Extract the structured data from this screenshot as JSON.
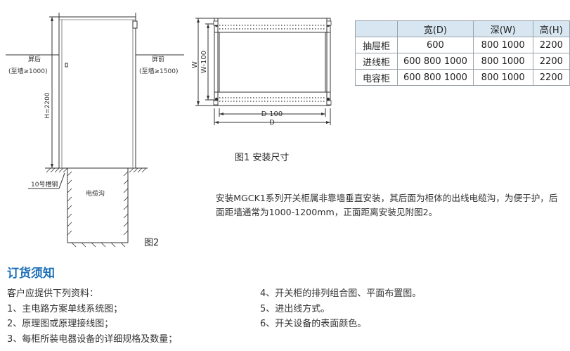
{
  "figure2": {
    "rear_label": "屏后",
    "rear_distance": "(至墙≥1000)",
    "front_label": "屏前",
    "front_distance": "(至墙≥1500)",
    "height_dim": "H=2200",
    "channel_label": "10号槽钢",
    "trench_label": "电缆沟",
    "caption": "图2"
  },
  "figure1": {
    "w_dim": "W",
    "w100_dim": "W-100",
    "d100_dim": "D-100",
    "d_dim": "D",
    "caption": "图1  安装尺寸"
  },
  "dim_table": {
    "headers": [
      "",
      "宽(D)",
      "深(W)",
      "高(H)"
    ],
    "rows": [
      {
        "name": "抽屉柜",
        "width": "600",
        "depth": "800  1000",
        "height": "2200"
      },
      {
        "name": "进线柜",
        "width": "600  800  1000",
        "depth": "800  1000",
        "height": "2200"
      },
      {
        "name": "电容柜",
        "width": "600  800  1000",
        "depth": "800  1000",
        "height": "2200"
      }
    ]
  },
  "install_note": "安装MGCK1系列开关柜属非靠墙垂直安装，其后面为柜体的出线电缆沟，为便于护，后面距墙通常为1000-1200mm，正面距离安装见附图2。",
  "ordering": {
    "title": "订货须知",
    "left_items": [
      "客户应提供下列资料：",
      "1、主电路方案单线系统图；",
      "2、原理图或原理接线图；",
      "3、每柜所装电器设备的详细规格及数量；"
    ],
    "right_items": [
      "4、开关柜的排列组合图、平面布置图。",
      "5、进出线方式。",
      "6、开关设备的表面颜色。"
    ]
  },
  "colors": {
    "heading": "#1d6fb8",
    "table_header_bg": "#d7e6f1",
    "line": "#333333"
  }
}
